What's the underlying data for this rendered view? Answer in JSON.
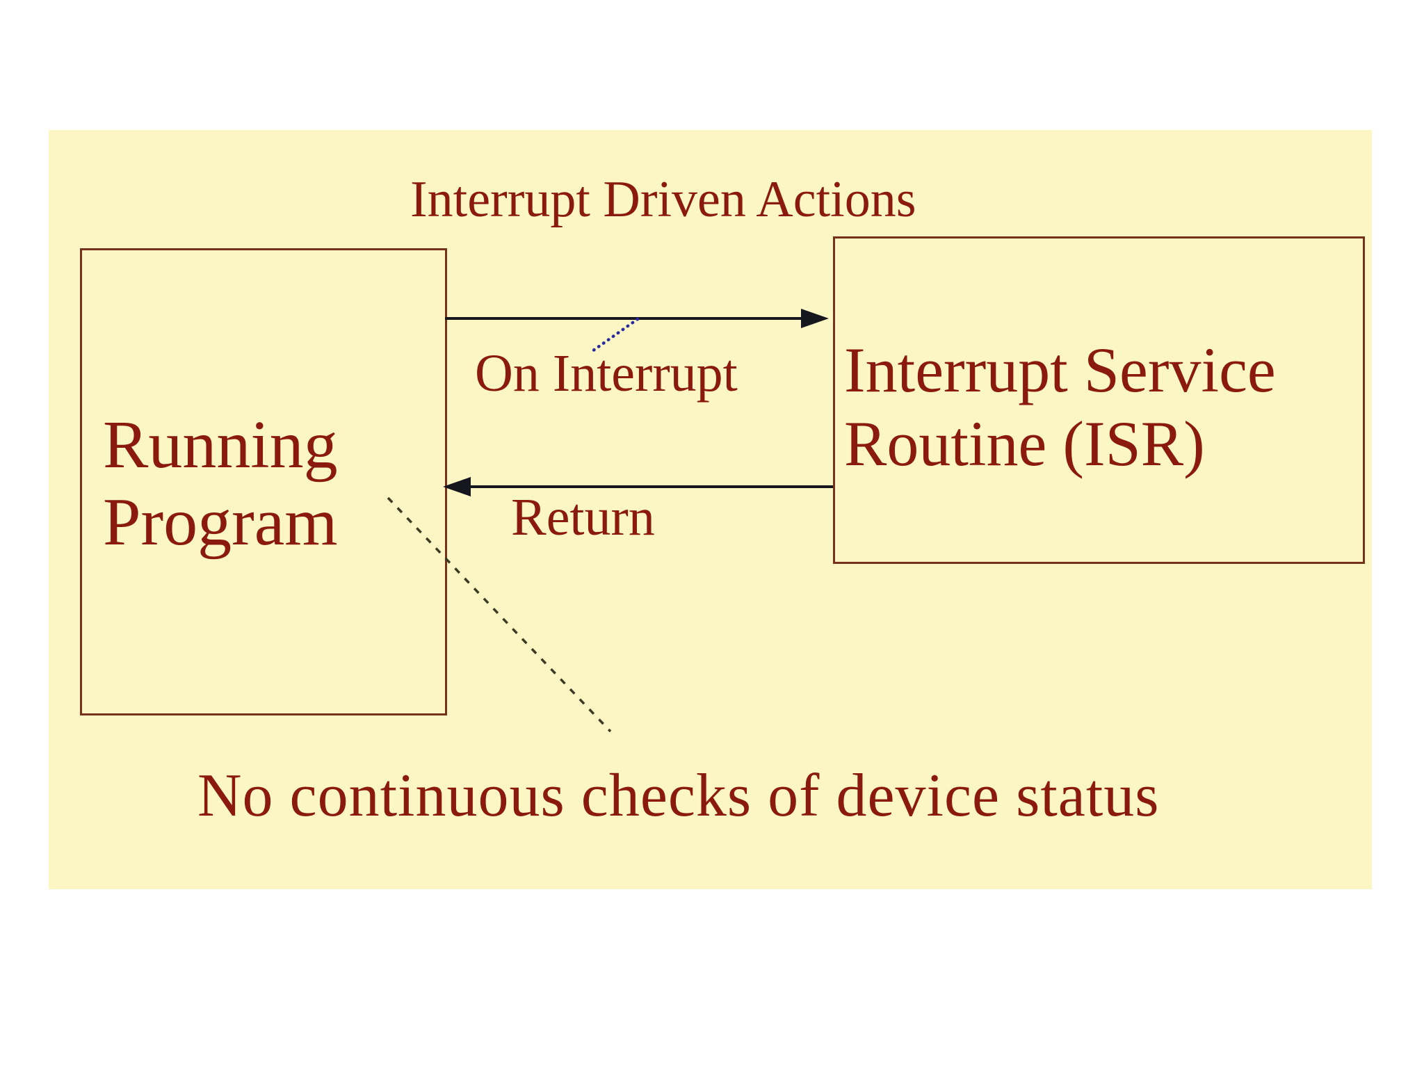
{
  "slide": {
    "title": "Interrupt Driven Actions",
    "left_box": {
      "line1": "Running",
      "line2": "Program"
    },
    "right_box": {
      "line1": "Interrupt Service",
      "line2": "Routine (ISR)"
    },
    "on_interrupt_label": "On Interrupt",
    "return_label": "Return",
    "footer_note": "No continuous checks of device status"
  },
  "colors": {
    "page-bg": "#ffffff",
    "slide-bg": "#fbf6c3",
    "text-maroon": "#8b1a0e",
    "box-border": "#77301a",
    "arrow-line": "#16161e",
    "leader-dotted": "#2a2aa0",
    "dashed-line": "#3b3b24"
  }
}
